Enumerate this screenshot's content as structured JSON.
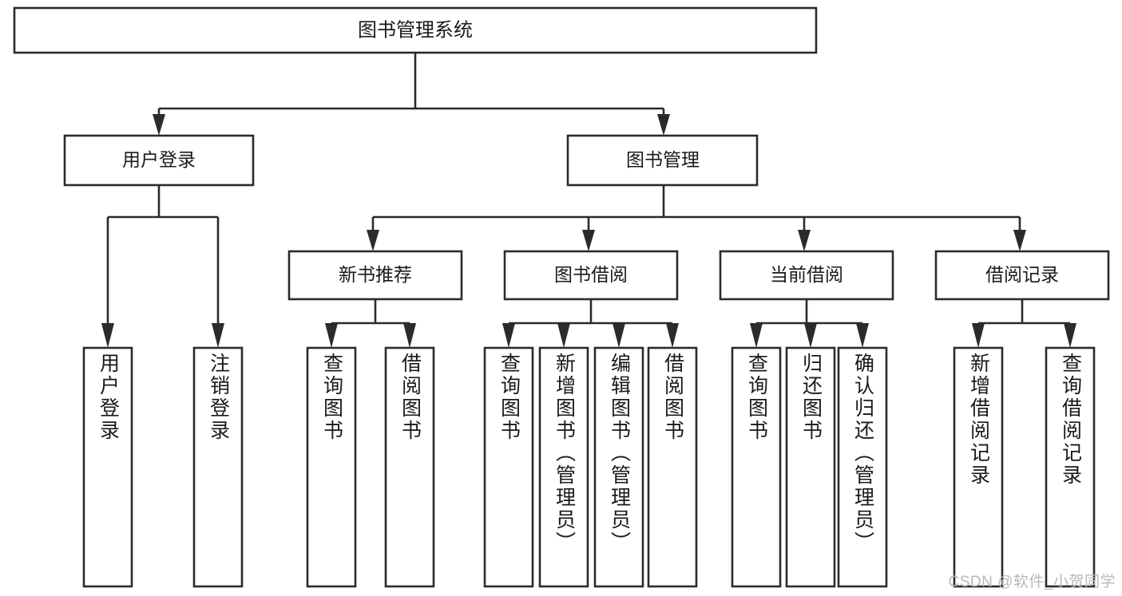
{
  "diagram": {
    "type": "tree-hierarchy",
    "title": "图书管理系统",
    "watermark": "CSDN @软件_小贺同学",
    "colors": {
      "stroke": "#2b2b2b",
      "fill": "#ffffff",
      "text": "#1a1a1a",
      "watermark": "#b9b9b9"
    },
    "root": {
      "label": "图书管理系统"
    },
    "level2": [
      {
        "label": "用户登录"
      },
      {
        "label": "图书管理"
      }
    ],
    "level3": [
      {
        "label": "新书推荐"
      },
      {
        "label": "图书借阅"
      },
      {
        "label": "当前借阅"
      },
      {
        "label": "借阅记录"
      }
    ],
    "leaves": {
      "user_login": [
        {
          "label": "用户登录"
        },
        {
          "label": "注销登录"
        }
      ],
      "new_book_recommend": [
        {
          "label": "查询图书"
        },
        {
          "label": "借阅图书"
        }
      ],
      "book_borrow": [
        {
          "label": "查询图书"
        },
        {
          "label": "新增图书（管理员）"
        },
        {
          "label": "编辑图书（管理员）"
        },
        {
          "label": "借阅图书"
        }
      ],
      "current_borrow": [
        {
          "label": "查询图书"
        },
        {
          "label": "归还图书"
        },
        {
          "label": "确认归还（管理员）"
        }
      ],
      "borrow_record": [
        {
          "label": "新增借阅记录"
        },
        {
          "label": "查询借阅记录"
        }
      ]
    }
  }
}
